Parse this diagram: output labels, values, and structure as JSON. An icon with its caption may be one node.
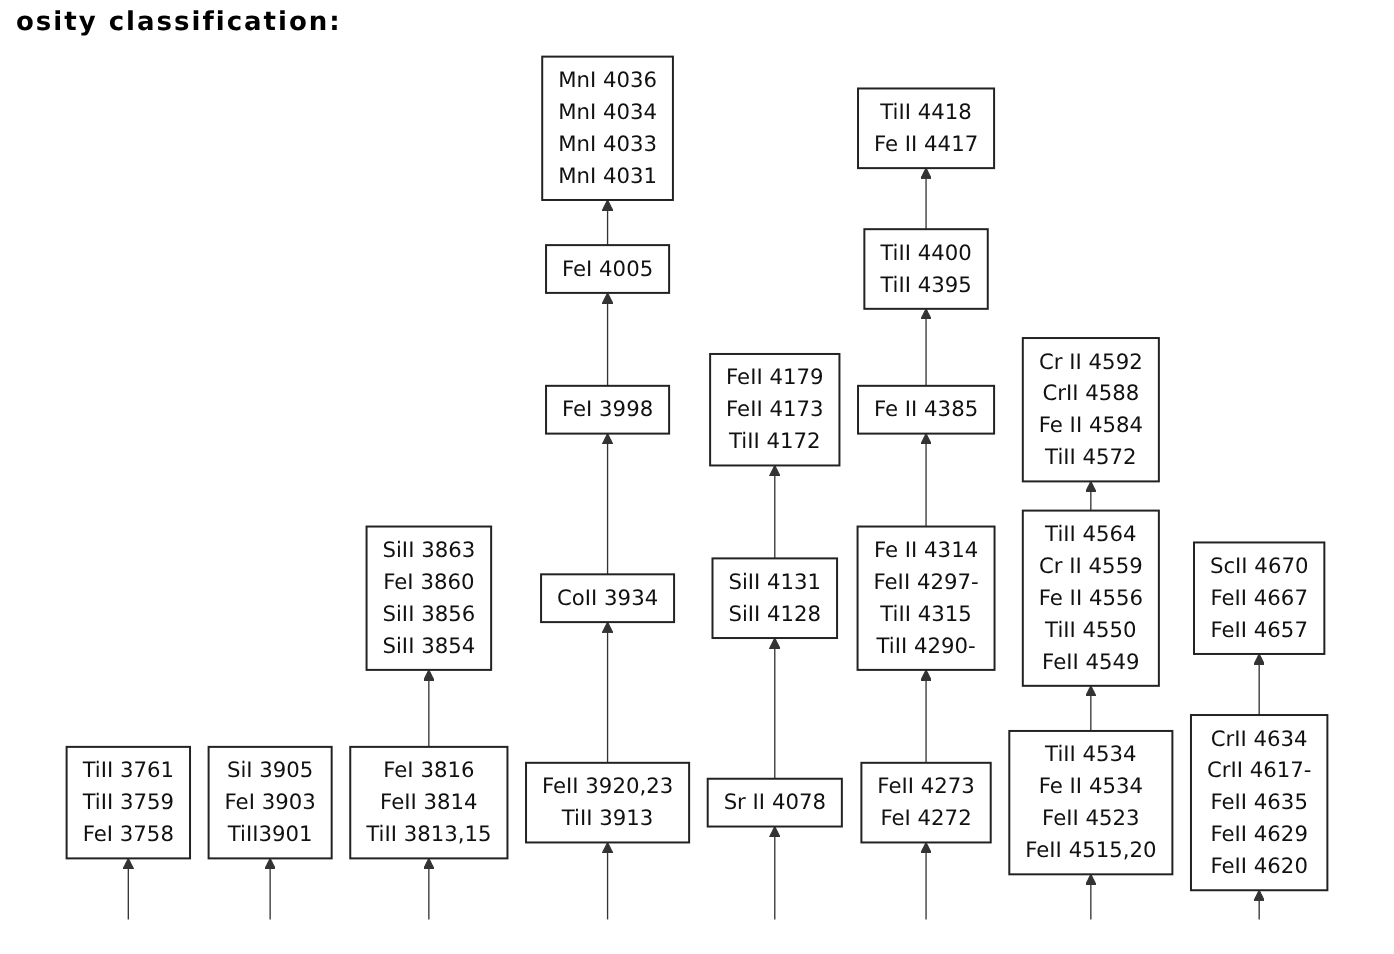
{
  "diagram": {
    "title": "osity classification:",
    "nodes": [
      {
        "text": [
          "TiII 3761",
          "TiII 3759",
          "FeI 3758"
        ]
      },
      {
        "text": [
          "SiI 3905",
          "FeI 3903",
          "TiII3901"
        ]
      },
      {
        "text": [
          "SiII 3863",
          "FeI 3860",
          "SiII 3856",
          "SiII 3854"
        ]
      },
      {
        "text": [
          "FeI 3816",
          "FeII 3814",
          "TiII 3813,15"
        ]
      },
      {
        "text": [
          "MnI 4036",
          "MnI 4034",
          "MnI 4033",
          "MnI 4031"
        ]
      },
      {
        "text": [
          "FeI 4005"
        ]
      },
      {
        "text": [
          "FeI 3998"
        ]
      },
      {
        "text": [
          "CoII 3934"
        ]
      },
      {
        "text": [
          "FeII 3920,23",
          "TiII 3913"
        ]
      },
      {
        "text": [
          "FeII 4179",
          "FeII 4173",
          "TiII 4172"
        ]
      },
      {
        "text": [
          "SiII 4131",
          "SiII 4128"
        ]
      },
      {
        "text": [
          "Sr II 4078"
        ]
      },
      {
        "text": [
          "TiII 4418",
          "Fe II 4417"
        ]
      },
      {
        "text": [
          "TiII 4400",
          "TiII 4395"
        ]
      },
      {
        "text": [
          "Fe II 4385"
        ]
      },
      {
        "text": [
          "Fe II 4314",
          "FeII 4297-",
          "TiII 4315",
          "TiII 4290-"
        ]
      },
      {
        "text": [
          "FeII 4273",
          "FeI 4272"
        ]
      },
      {
        "text": [
          "Cr II 4592",
          "CrII 4588",
          "Fe II 4584",
          "TiII 4572"
        ]
      },
      {
        "text": [
          "TiII 4564",
          "Cr II 4559",
          "Fe II 4556",
          "TiII 4550",
          "FeII 4549"
        ]
      },
      {
        "text": [
          "TiII 4534",
          "Fe II 4534",
          "FeII 4523",
          "FeII 4515,20"
        ]
      },
      {
        "text": [
          "ScII 4670",
          "FeII 4667",
          "FeII 4657"
        ]
      },
      {
        "text": [
          "CrII 4634",
          "CrII 4617-",
          "FeII 4635",
          "FeII 4629",
          "FeII 4620"
        ]
      }
    ],
    "edges": [
      {
        "from": null,
        "to": 0,
        "arrow": "to"
      },
      {
        "from": null,
        "to": 1,
        "arrow": "to"
      },
      {
        "from": 3,
        "to": 2,
        "arrow": "to"
      },
      {
        "from": null,
        "to": 3,
        "arrow": "to"
      },
      {
        "from": 5,
        "to": 4,
        "arrow": "to"
      },
      {
        "from": 6,
        "to": 5,
        "arrow": "to"
      },
      {
        "from": 7,
        "to": 6,
        "arrow": "to"
      },
      {
        "from": 8,
        "to": 7,
        "arrow": "to"
      },
      {
        "from": null,
        "to": 8,
        "arrow": "to"
      },
      {
        "from": 10,
        "to": 9,
        "arrow": "to"
      },
      {
        "from": 11,
        "to": 10,
        "arrow": "to"
      },
      {
        "from": null,
        "to": 11,
        "arrow": "to"
      },
      {
        "from": 13,
        "to": 12,
        "arrow": "to"
      },
      {
        "from": 14,
        "to": 13,
        "arrow": "to"
      },
      {
        "from": 15,
        "to": 14,
        "arrow": "to"
      },
      {
        "from": 16,
        "to": 15,
        "arrow": "to"
      },
      {
        "from": null,
        "to": 16,
        "arrow": "to"
      },
      {
        "from": 18,
        "to": 17,
        "arrow": "to"
      },
      {
        "from": 19,
        "to": 18,
        "arrow": "to"
      },
      {
        "from": null,
        "to": 19,
        "arrow": "to"
      },
      {
        "from": 21,
        "to": 20,
        "arrow": "to"
      },
      {
        "from": null,
        "to": 21,
        "arrow": "to"
      }
    ]
  }
}
